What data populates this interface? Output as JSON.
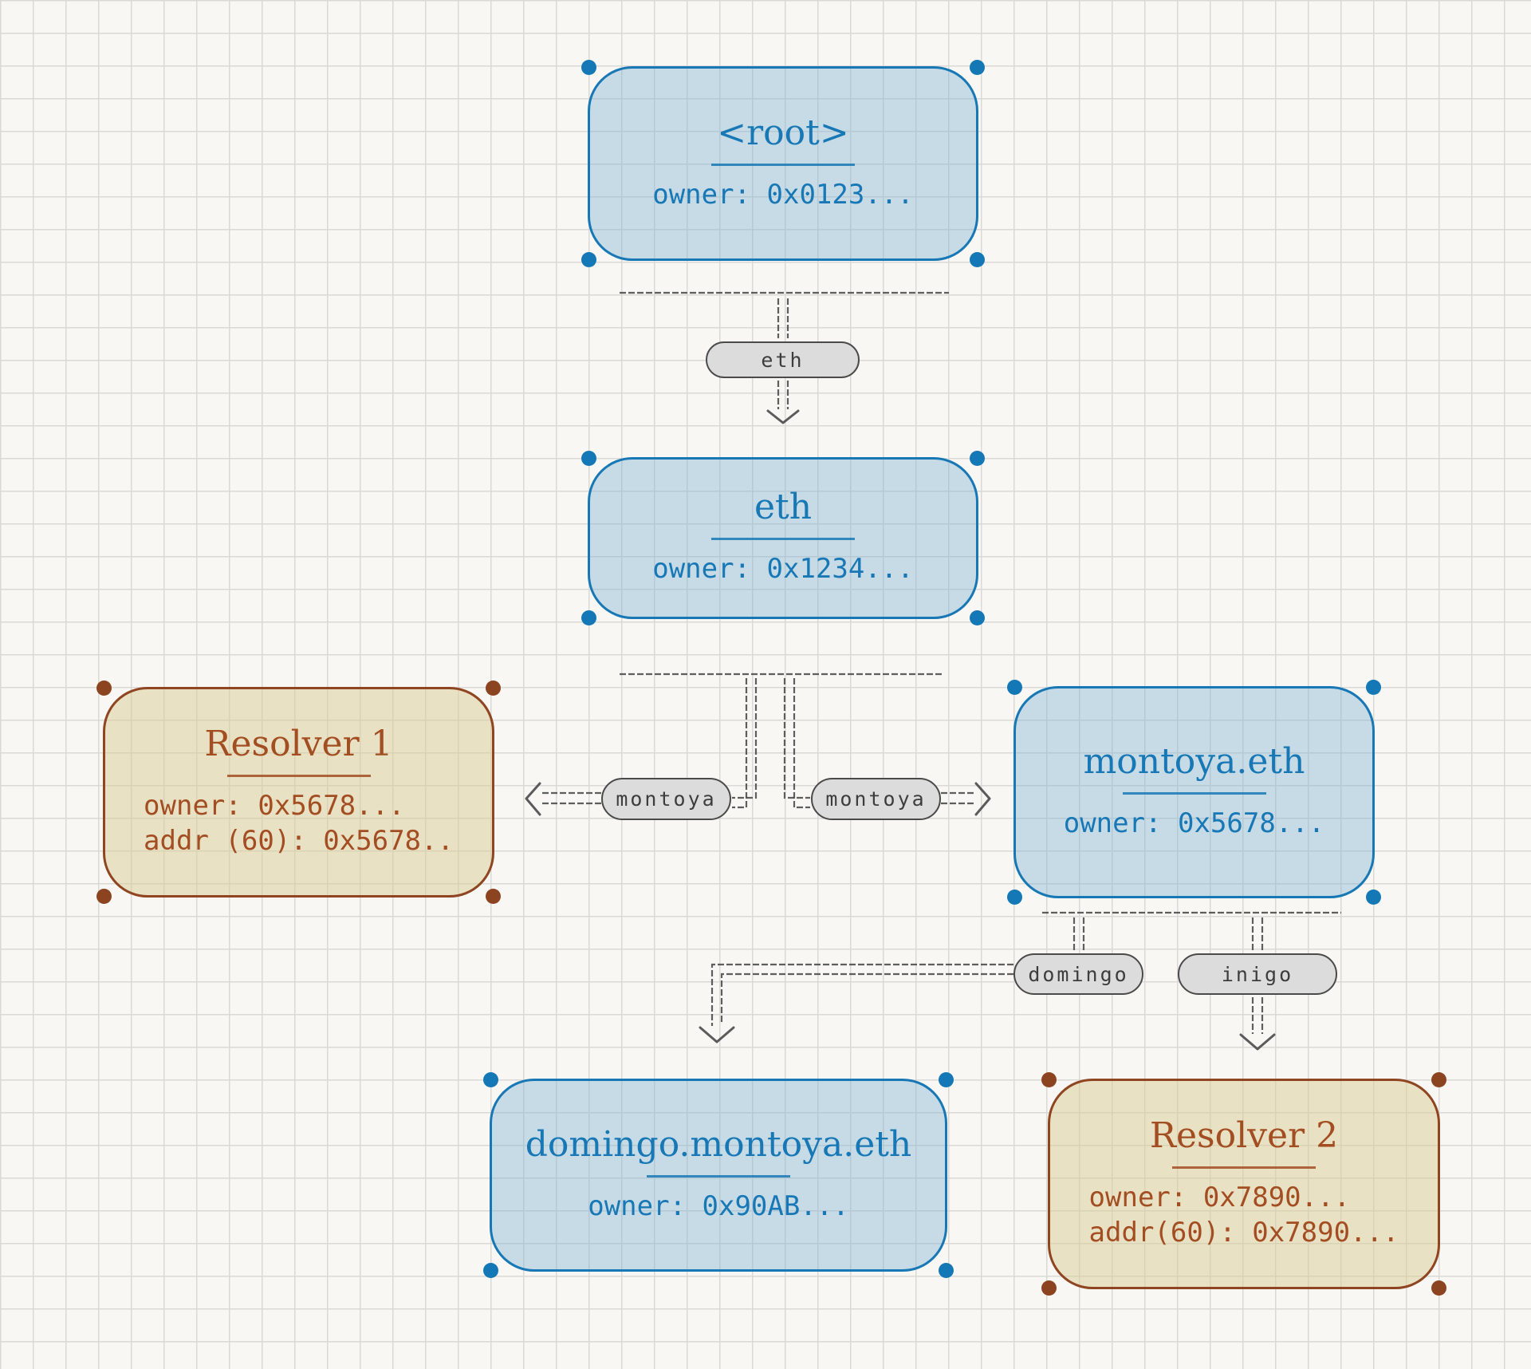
{
  "canvas": {
    "background_color": "#f8f7f4",
    "grid_line_color": "#dad9d6"
  },
  "colors": {
    "name_node_accent": "#1778b5",
    "name_node_fill": "rgba(125,178,209,0.40)",
    "name_handle": "#1478b6",
    "resolver_node_border": "#8f451f",
    "resolver_node_text": "#a34e22",
    "resolver_node_fill": "rgba(217,203,146,0.50)",
    "resolver_handle": "#8c4420",
    "pill_fill": "#dcdcdc",
    "pill_border": "#4a4a4a",
    "connector": "#4d4d4d"
  },
  "nodes": {
    "root": {
      "title": "<root>",
      "owner": "owner: 0x0123..."
    },
    "eth": {
      "title": "eth",
      "owner": "owner: 0x1234..."
    },
    "resolver1": {
      "title": "Resolver 1",
      "owner": "owner: 0x5678...",
      "addr": "addr (60): 0x5678.."
    },
    "montoya_eth": {
      "title": "montoya.eth",
      "owner": "owner: 0x5678..."
    },
    "domingo_montoya_eth": {
      "title": "domingo.montoya.eth",
      "owner": "owner: 0x90AB..."
    },
    "resolver2": {
      "title": "Resolver 2",
      "owner": "owner: 0x7890...",
      "addr": "addr(60): 0x7890..."
    }
  },
  "edge_labels": {
    "root_to_eth": "eth",
    "eth_to_resolver1": "montoya",
    "eth_to_montoya_eth": "montoya",
    "montoya_to_domingo": "domingo",
    "montoya_to_resolver2": "inigo"
  }
}
